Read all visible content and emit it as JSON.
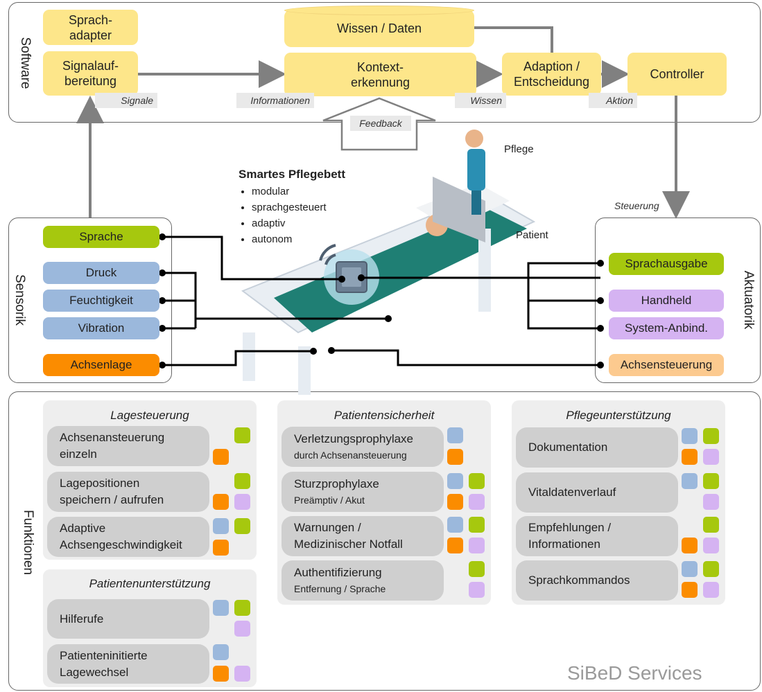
{
  "software": {
    "label": "Software",
    "sprachadapter": "Sprach-\nadapter",
    "signalaufbereitung": "Signalauf-\nbereitung",
    "wissen_daten": "Wissen / Daten",
    "kontexterkennung": "Kontext-\nerkennung",
    "adaption": "Adaption /\nEntscheidung",
    "controller": "Controller",
    "tags": {
      "signale": "Signale",
      "informationen": "Informationen",
      "wissen": "Wissen",
      "aktion": "Aktion",
      "feedback": "Feedback"
    }
  },
  "center": {
    "title": "Smartes Pflegebett",
    "bullets": [
      "modular",
      "sprachgesteuert",
      "adaptiv",
      "autonom"
    ],
    "pflege": "Pflege",
    "patient": "Patient",
    "steuerung": "Steuerung"
  },
  "sensorik": {
    "label": "Sensorik",
    "items": [
      "Sprache",
      "Druck",
      "Feuchtigkeit",
      "Vibration",
      "Achsenlage"
    ]
  },
  "aktuatorik": {
    "label": "Aktuatorik",
    "items": [
      "Sprachausgabe",
      "Handheld",
      "System-Anbind.",
      "Achsensteuerung"
    ]
  },
  "funktionen": {
    "label": "Funktionen",
    "watermark": "SiBeD Services",
    "groups": [
      {
        "title": "Lagesteuerung",
        "items": [
          {
            "line1": "Achsenansteuerung",
            "line2": "einzeln",
            "sub": ""
          },
          {
            "line1": "Lagepositionen",
            "line2": "speichern / aufrufen",
            "sub": ""
          },
          {
            "line1": "Adaptive",
            "line2": "Achsengeschwindigkeit",
            "sub": ""
          }
        ]
      },
      {
        "title": "Patientenunterstützung",
        "items": [
          {
            "line1": "Hilferufe",
            "line2": "",
            "sub": ""
          },
          {
            "line1": "Patienteninitierte",
            "line2": "Lagewechsel",
            "sub": ""
          }
        ]
      },
      {
        "title": "Patientensicherheit",
        "items": [
          {
            "line1": "Verletzungsprophylaxe",
            "line2": "",
            "sub": "durch Achsenansteuerung"
          },
          {
            "line1": "Sturzprophylaxe",
            "line2": "",
            "sub": "Preämptiv / Akut"
          },
          {
            "line1": "Warnungen /",
            "line2": "Medizinischer Notfall",
            "sub": ""
          },
          {
            "line1": "Authentifizierung",
            "line2": "",
            "sub": "Entfernung / Sprache"
          }
        ]
      },
      {
        "title": "Pflegeunterstützung",
        "items": [
          {
            "line1": "Dokumentation",
            "line2": "",
            "sub": ""
          },
          {
            "line1": "Vitaldatenverlauf",
            "line2": "",
            "sub": ""
          },
          {
            "line1": "Empfehlungen /",
            "line2": "Informationen",
            "sub": ""
          },
          {
            "line1": "Sprachkommandos",
            "line2": "",
            "sub": ""
          }
        ]
      }
    ]
  },
  "colors": {
    "sprache": "#a6c80e",
    "sensor": "#9bb8dc",
    "achse": "#fb8c00",
    "aktor": "#d5b3f2",
    "achsensteuerung": "#fcca8f",
    "software": "#fde68a"
  }
}
